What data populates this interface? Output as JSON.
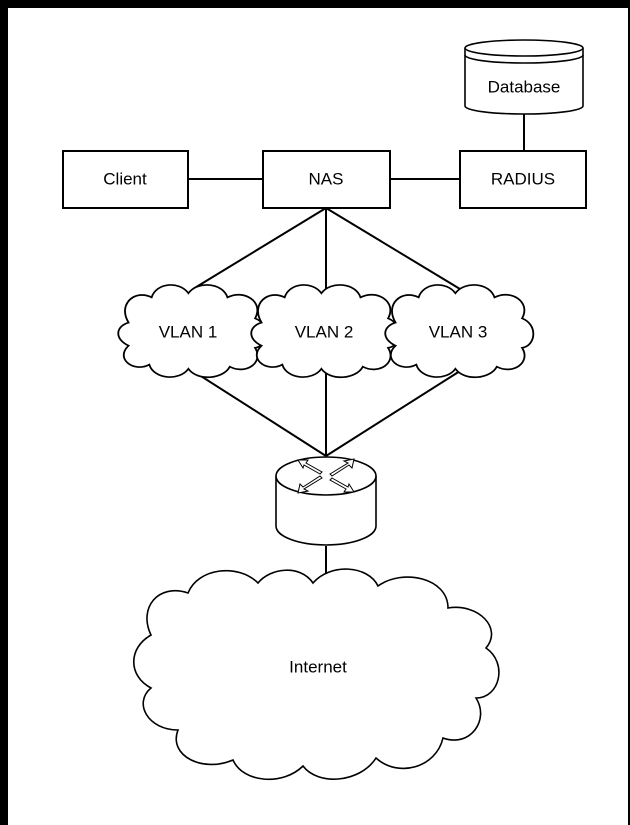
{
  "diagram": {
    "nodes": {
      "client": "Client",
      "nas": "NAS",
      "radius": "RADIUS",
      "database": "Database",
      "vlan1": "VLAN 1",
      "vlan2": "VLAN 2",
      "vlan3": "VLAN 3",
      "router": "",
      "internet": "Internet"
    },
    "edges": [
      {
        "from": "client",
        "to": "nas"
      },
      {
        "from": "nas",
        "to": "radius"
      },
      {
        "from": "radius",
        "to": "database"
      },
      {
        "from": "nas",
        "to": "vlan1"
      },
      {
        "from": "nas",
        "to": "vlan2"
      },
      {
        "from": "nas",
        "to": "vlan3"
      },
      {
        "from": "vlan1",
        "to": "router"
      },
      {
        "from": "vlan2",
        "to": "router"
      },
      {
        "from": "vlan3",
        "to": "router"
      },
      {
        "from": "router",
        "to": "internet"
      }
    ],
    "colors": {
      "border": "#000000",
      "background": "#ffffff",
      "frame": "#000000"
    }
  }
}
